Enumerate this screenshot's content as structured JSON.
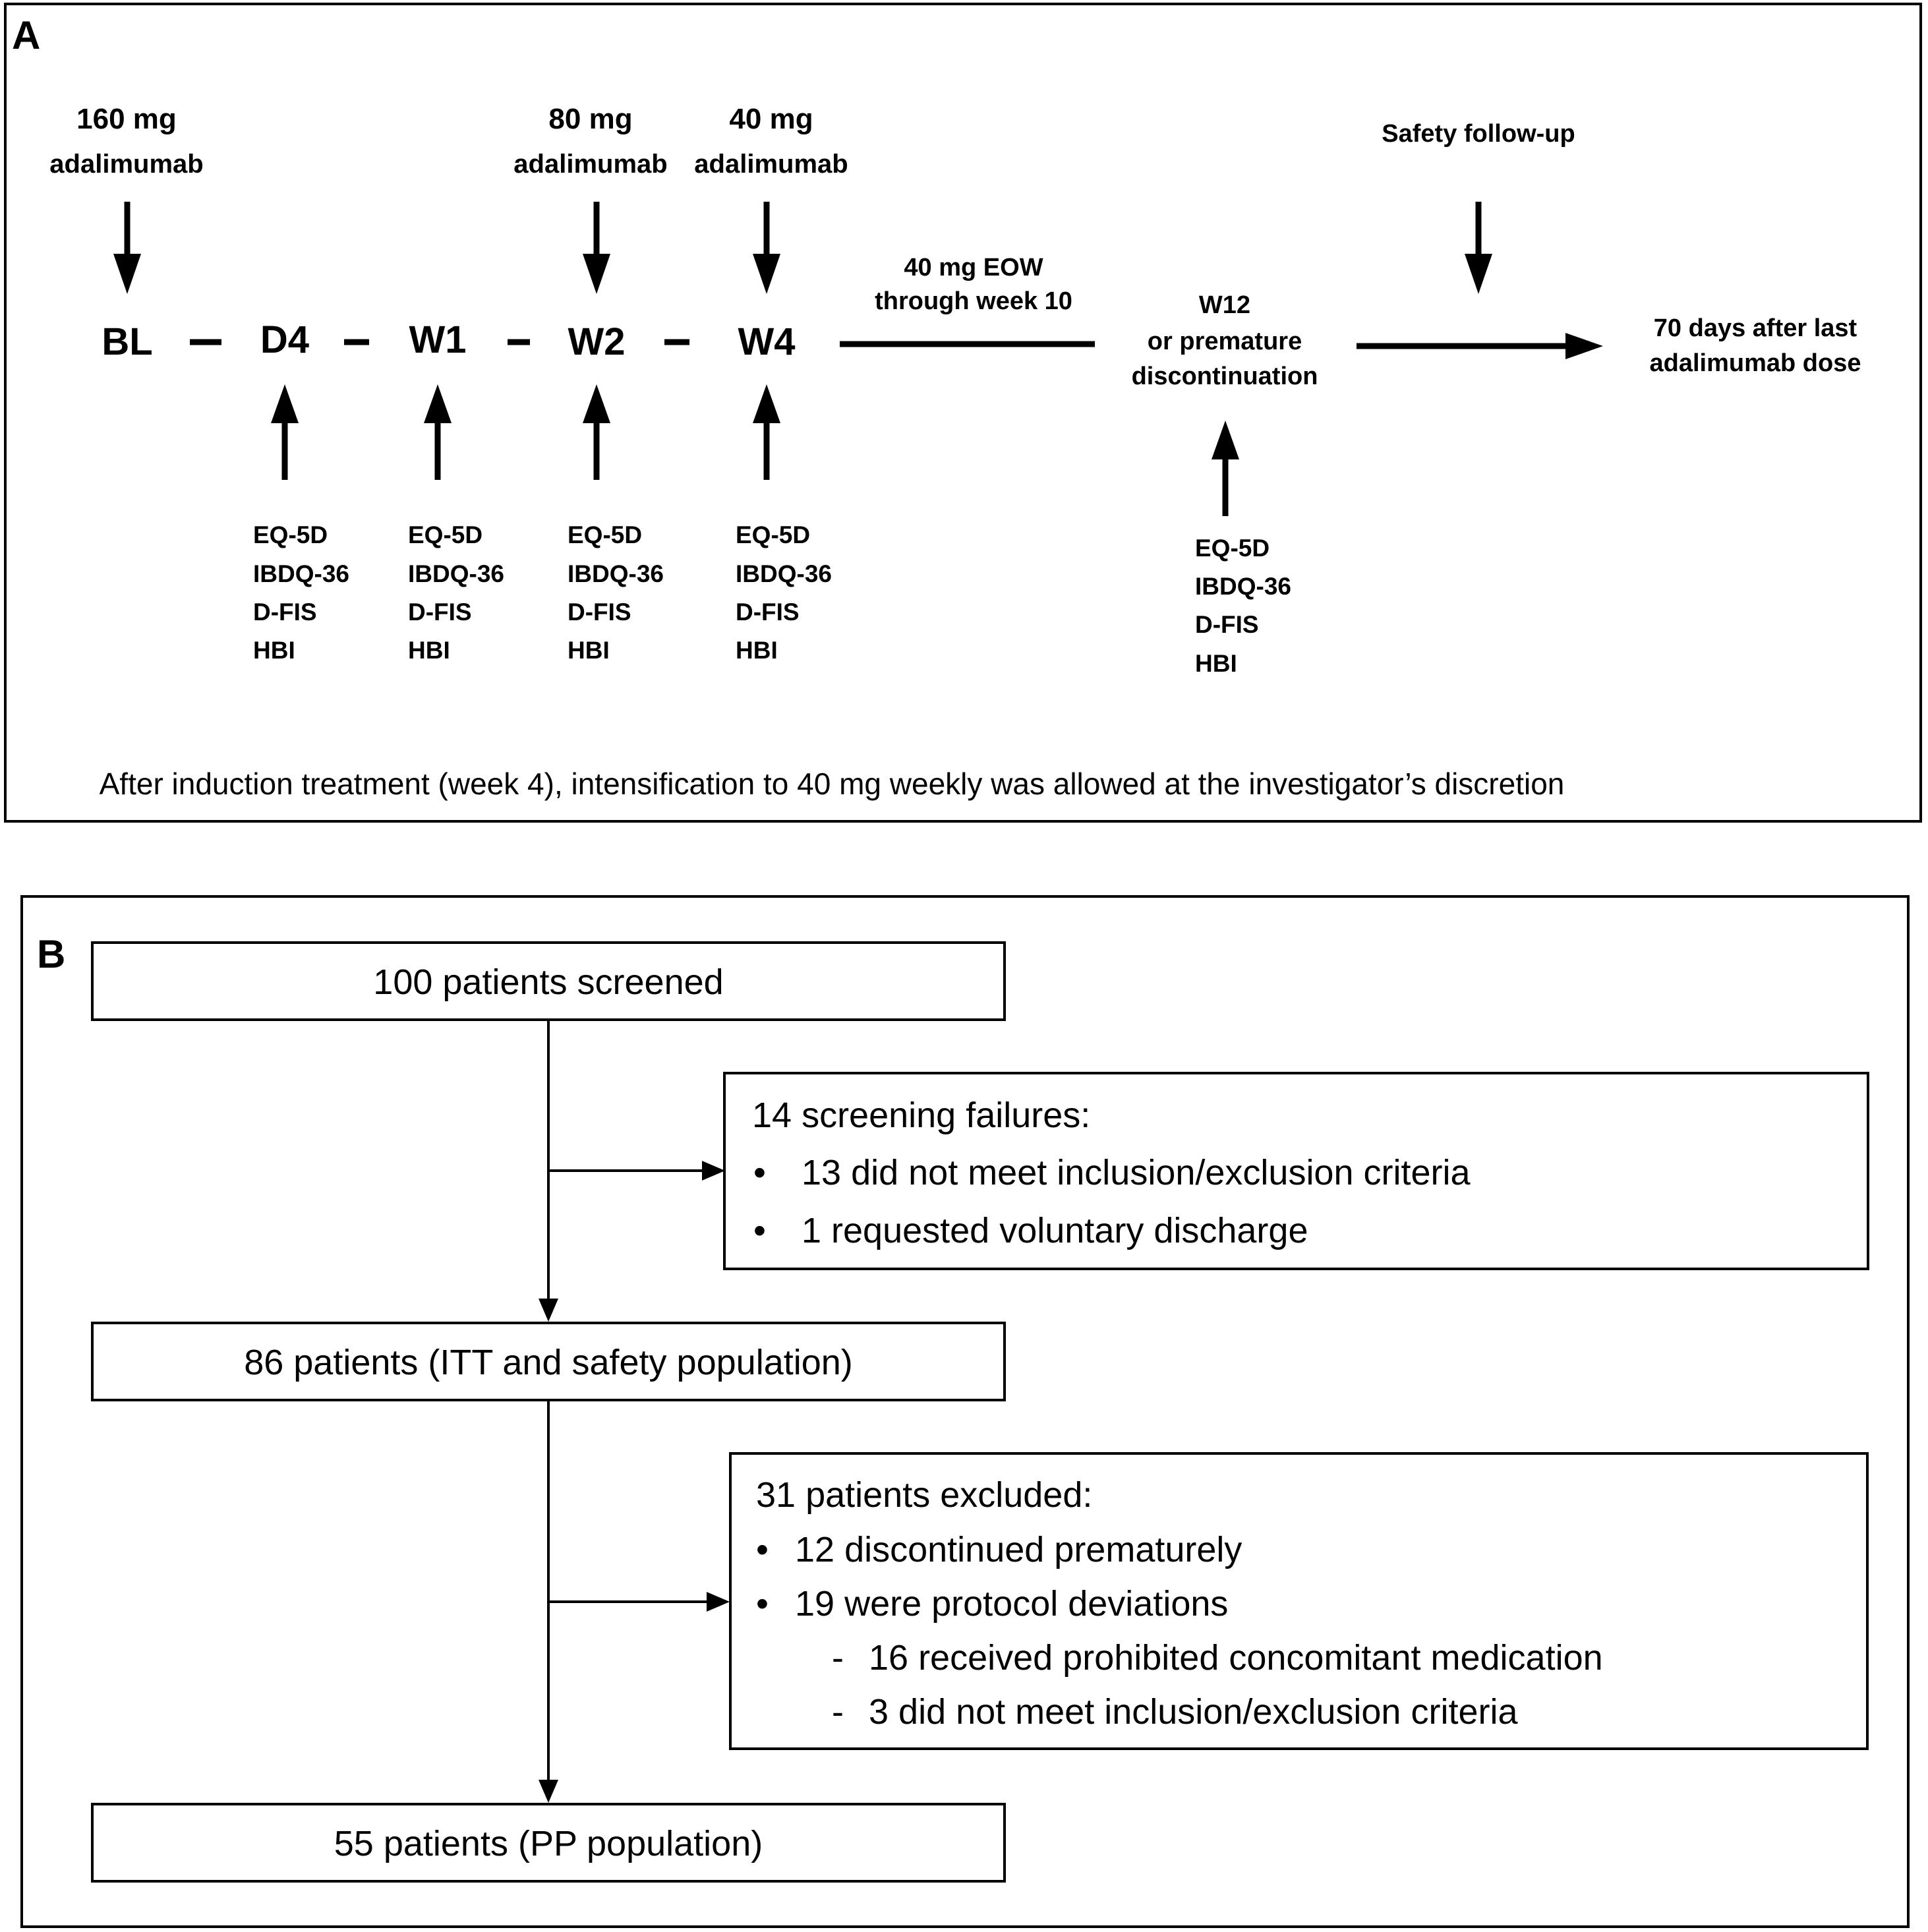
{
  "panel_a": {
    "label": "A",
    "doses": [
      {
        "amount": "160 mg",
        "drug": "adalimumab"
      },
      {
        "amount": "80 mg",
        "drug": "adalimumab"
      },
      {
        "amount": "40 mg",
        "drug": "adalimumab"
      }
    ],
    "timepoints": [
      "BL",
      "D4",
      "W1",
      "W2",
      "W4"
    ],
    "eow_label": [
      "40 mg EOW",
      "through week 10"
    ],
    "w12_label": [
      "W12",
      "or premature",
      "discontinuation"
    ],
    "safety_followup": "Safety follow-up",
    "end_label": [
      "70 days after last",
      "adalimumab dose"
    ],
    "assessments": [
      "EQ-5D",
      "IBDQ-36",
      "D-FIS",
      "HBI"
    ],
    "note": "After induction treatment (week 4), intensification to 40 mg weekly was allowed at the investigator’s discretion"
  },
  "panel_b": {
    "label": "B",
    "screened": "100 patients screened",
    "screening_failures": {
      "title": "14 screening failures:",
      "items": [
        "13 did not meet inclusion/exclusion criteria",
        "1 requested voluntary discharge"
      ]
    },
    "itt": "86 patients (ITT and safety population)",
    "excluded": {
      "title": "31 patients excluded:",
      "items": [
        "12 discontinued prematurely",
        "19 were protocol deviations"
      ],
      "subitems": [
        "16 received prohibited concomitant medication",
        "3 did not meet inclusion/exclusion criteria"
      ]
    },
    "pp": "55 patients (PP population)",
    "bullet": "•",
    "dash": "-"
  }
}
